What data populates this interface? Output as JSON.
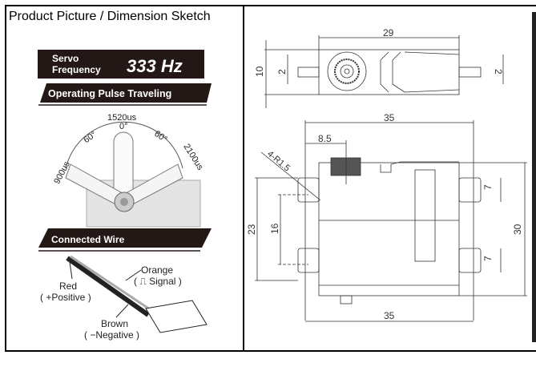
{
  "cell_title": "Product Picture / Dimension Sketch",
  "left_panel": {
    "banner_servo_line1": "Servo",
    "banner_servo_line2": "Frequency",
    "banner_frequency": "333 Hz",
    "banner_pulse": "Operating Pulse Traveling",
    "pulse_center": "1520us",
    "angle_center": "0°",
    "angle_left": "60°",
    "angle_right": "60°",
    "pulse_left": "900us",
    "pulse_right": "2100us",
    "banner_wire": "Connected Wire",
    "wire_orange": "Orange",
    "wire_orange_desc": "( ⎍ Signal )",
    "wire_red": "Red",
    "wire_red_desc": "( +Positive )",
    "wire_brown": "Brown",
    "wire_brown_desc": "( −Negative )"
  },
  "right_panel": {
    "dim_top_width": "29",
    "dim_top_height": "10",
    "dim_tab_left": "2",
    "dim_tab_right": "2",
    "dim_width_top": "35",
    "dim_shaft_offset": "8.5",
    "dim_radius": "4-R1.5",
    "dim_mount_outer": "23",
    "dim_mount_inner": "16",
    "dim_slot_top": "7",
    "dim_slot_bottom": "7",
    "dim_height": "30",
    "dim_width_bottom": "35"
  }
}
